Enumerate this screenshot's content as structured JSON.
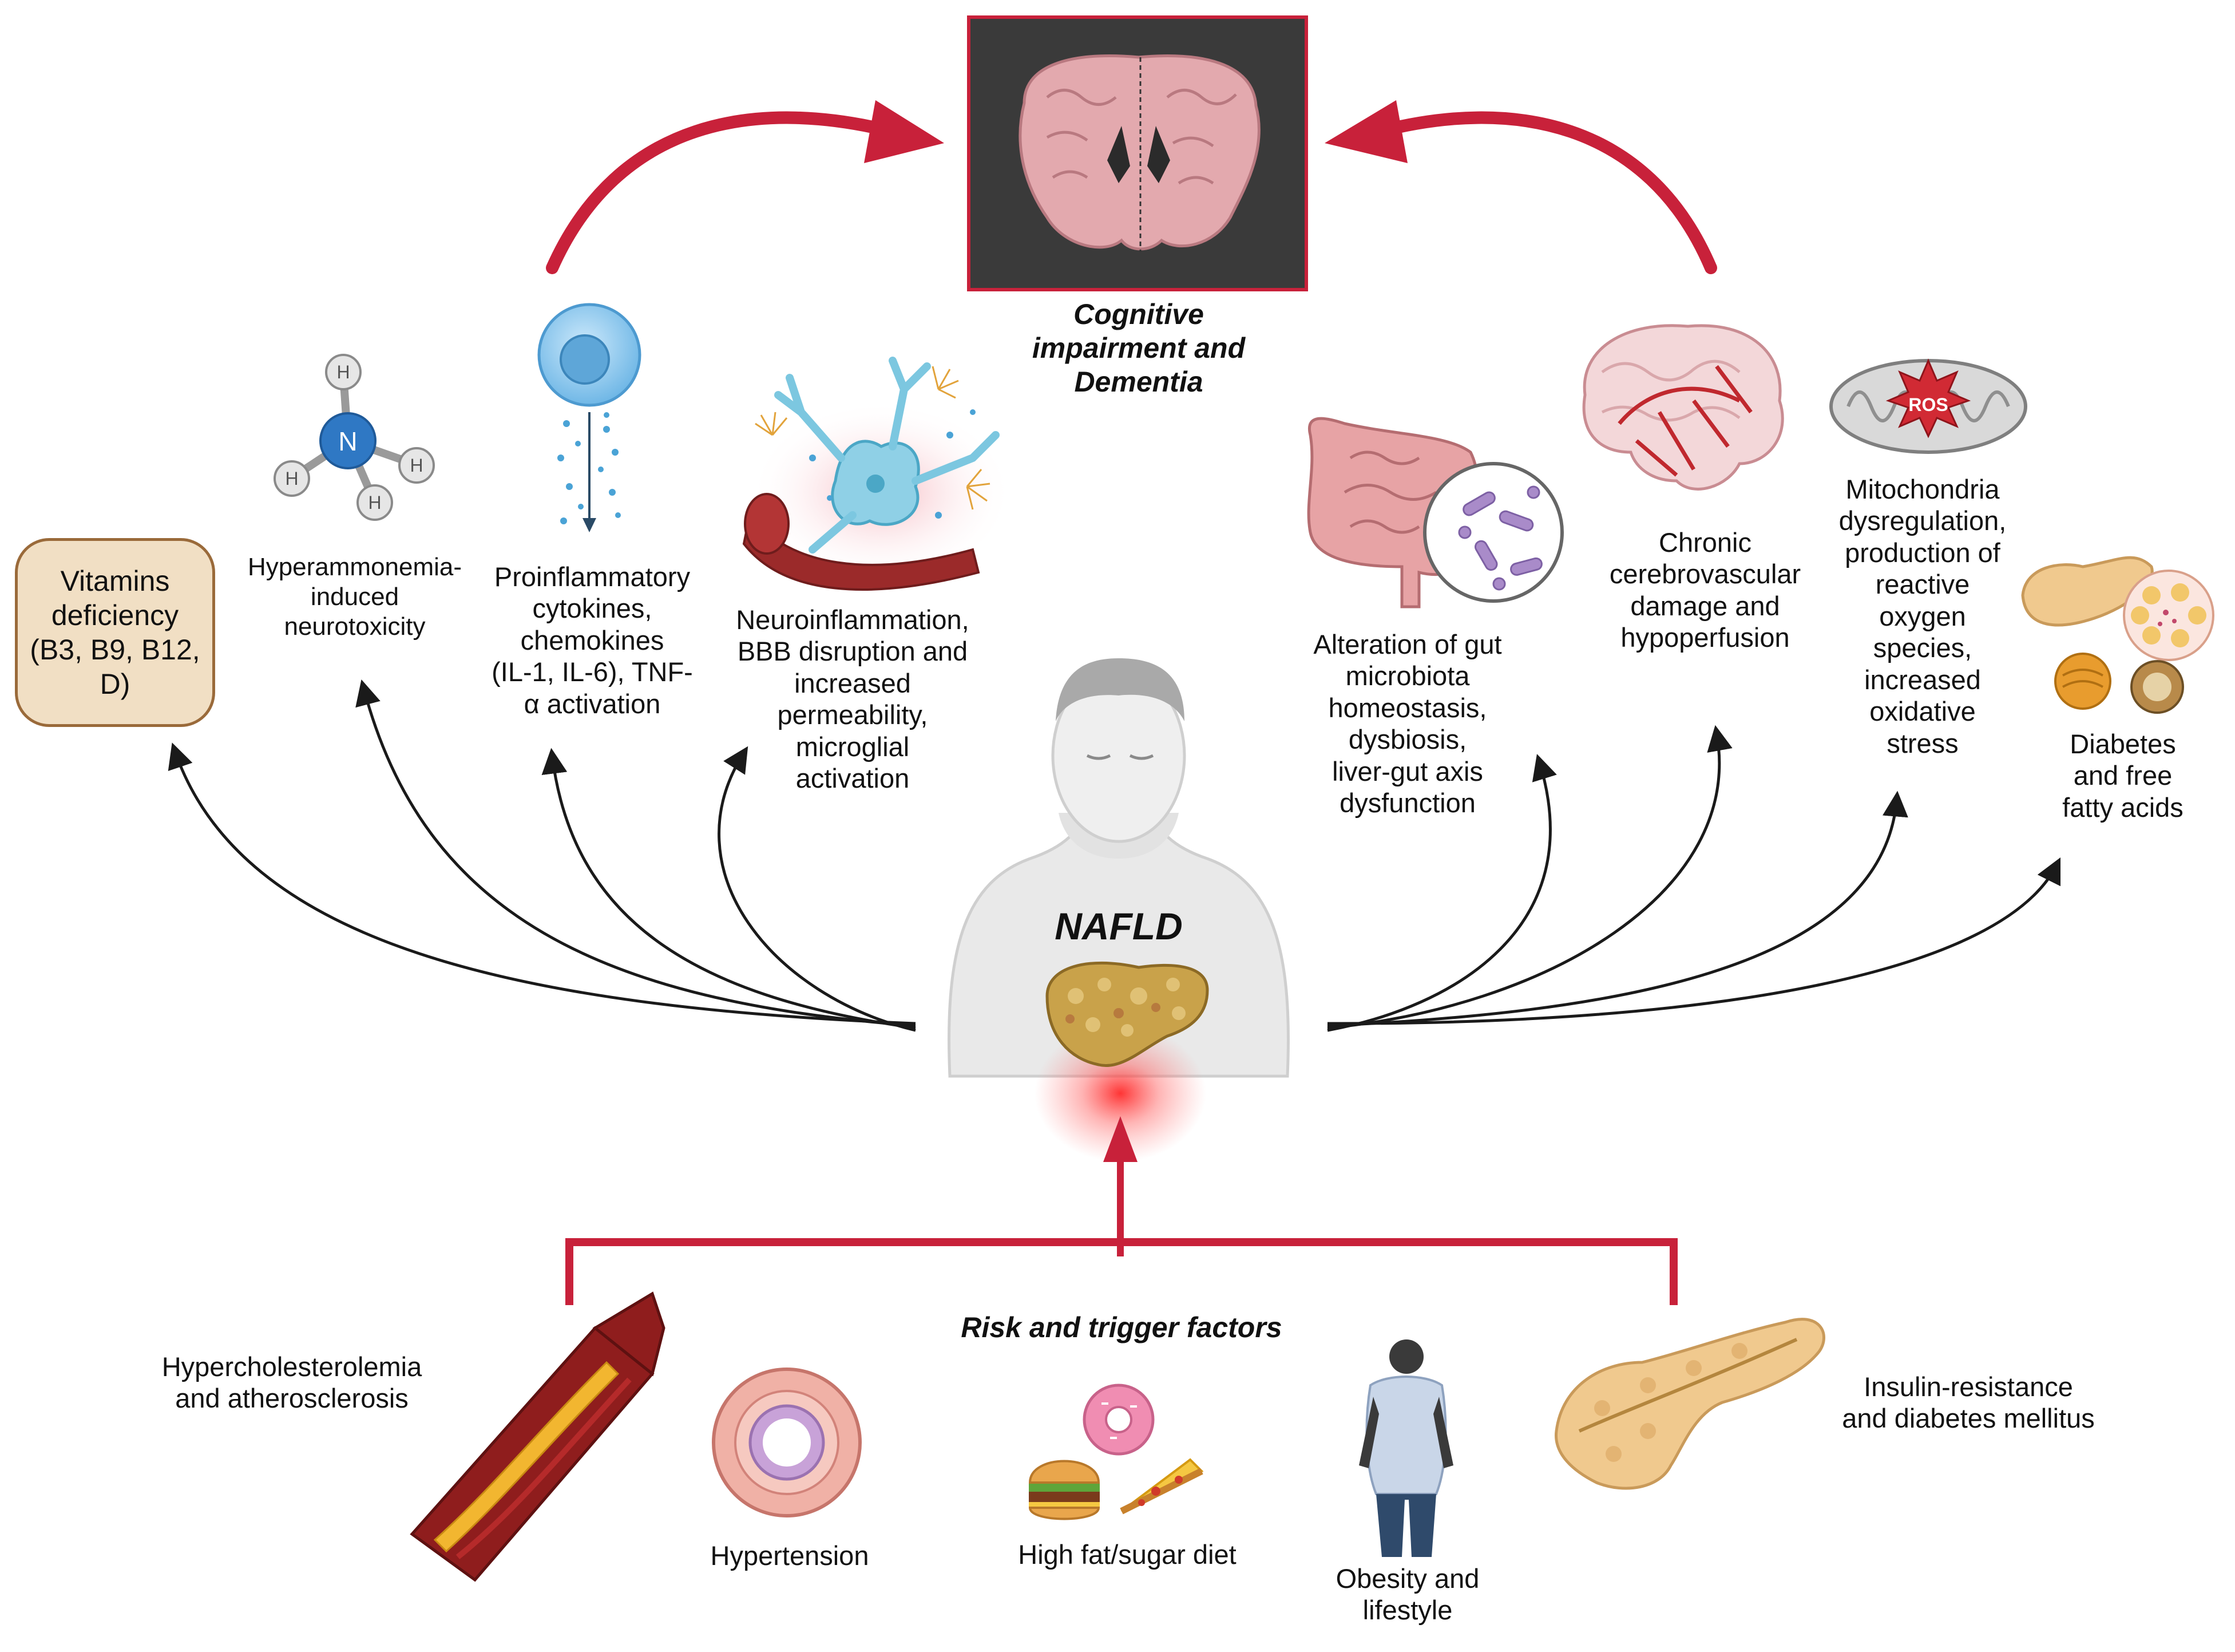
{
  "outcome": {
    "title": "Cognitive\nimpairment and\nDementia"
  },
  "center": {
    "label": "NAFLD"
  },
  "mechanisms_left": [
    {
      "id": "vitamins",
      "label": "Vitamins\ndeficiency\n(B3, B9, B12,\nD)",
      "icon": "vitamin-box"
    },
    {
      "id": "ammonia",
      "label": "Hyperammonemia-\ninduced\nneurotoxicity",
      "icon": "ammonia-molecule-icon",
      "atoms": {
        "center": "N",
        "outer": "H"
      }
    },
    {
      "id": "cytokines",
      "label": "Proinflammatory\ncytokines,\nchemokines\n(IL-1, IL-6), TNF-\nα activation",
      "icon": "immune-cell-icon"
    },
    {
      "id": "neuroinflammation",
      "label": "Neuroinflammation,\nBBB disruption and\nincreased\npermeability,\nmicroglial\nactivation",
      "icon": "neuron-vessel-icon"
    }
  ],
  "mechanisms_right": [
    {
      "id": "gut",
      "label": "Alteration of gut\nmicrobiota\nhomeostasis,\ndysbiosis,\nliver-gut axis\ndysfunction",
      "icon": "intestine-bacteria-icon"
    },
    {
      "id": "cerebrovascular",
      "label": "Chronic\ncerebrovascular\ndamage and\nhypoperfusion",
      "icon": "brain-vessels-icon"
    },
    {
      "id": "mitochondria",
      "label": "Mitochondria\ndysregulation,\nproduction of\nreactive\noxygen\nspecies,\nincreased\noxidative\nstress",
      "icon": "mitochondria-icon",
      "badge": "ROS"
    },
    {
      "id": "diabetes_ffa",
      "label": "Diabetes\nand free\nfatty acids",
      "icon": "pancreas-fat-icon"
    }
  ],
  "risk": {
    "title": "Risk and trigger factors",
    "factors": [
      {
        "id": "cholesterol",
        "label": "Hypercholesterolemia\nand atherosclerosis",
        "icon": "artery-plaque-icon"
      },
      {
        "id": "hypertension",
        "label": "Hypertension",
        "icon": "vessel-cross-section-icon"
      },
      {
        "id": "diet",
        "label": "High fat/sugar diet",
        "icon": "junk-food-icon"
      },
      {
        "id": "obesity",
        "label": "Obesity and\nlifestyle",
        "icon": "obese-person-icon"
      },
      {
        "id": "insulin",
        "label": "Insulin-resistance\nand diabetes mellitus",
        "icon": "pancreas-icon"
      }
    ]
  },
  "colors": {
    "accent_red": "#c8213a",
    "arrow_dark": "#1a1a1a",
    "liver": "#c9a24a",
    "brain": "#e3a9ae",
    "frame_bg": "#3a3a3a"
  }
}
